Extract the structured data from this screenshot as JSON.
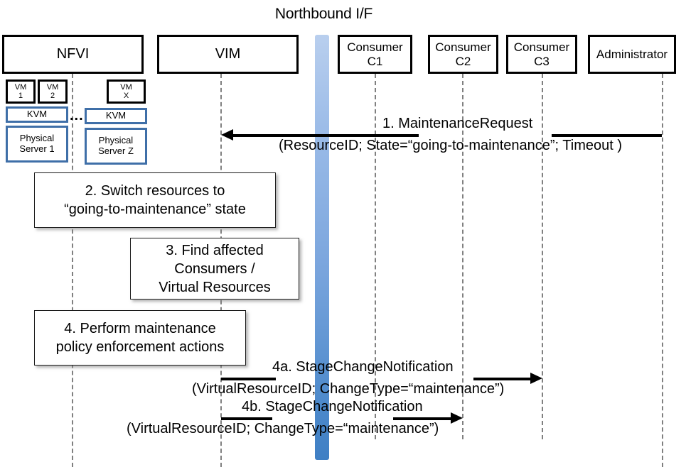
{
  "title": "Northbound I/F",
  "actors": [
    {
      "id": "nfvi",
      "label": "NFVI"
    },
    {
      "id": "vim",
      "label": "VIM"
    },
    {
      "id": "c1",
      "label": "Consumer\nC1"
    },
    {
      "id": "c2",
      "label": "Consumer\nC2"
    },
    {
      "id": "c3",
      "label": "Consumer\nC3"
    },
    {
      "id": "admin",
      "label": "Administrator"
    }
  ],
  "nfvi_internals": {
    "vms": [
      {
        "label": "VM\n1"
      },
      {
        "label": "VM\n2"
      },
      {
        "label": "VM\nX"
      }
    ],
    "hypervisors": [
      {
        "label": "KVM"
      },
      {
        "label": "KVM"
      }
    ],
    "servers": [
      {
        "label": "Physical\nServer 1"
      },
      {
        "label": "Physical\nServer Z"
      }
    ],
    "ellipsis": "..."
  },
  "steps": [
    {
      "id": "step2",
      "text": "2. Switch resources to\n“going-to-maintenance” state"
    },
    {
      "id": "step3",
      "text": "3. Find affected\nConsumers /\nVirtual Resources"
    },
    {
      "id": "step4",
      "text": "4. Perform maintenance\npolicy enforcement actions"
    }
  ],
  "messages": [
    {
      "id": "msg1",
      "label": "1.    MaintenanceRequest",
      "params": "(ResourceID; State=“going-to-maintenance”; Timeout )",
      "from": "Administrator",
      "to": "VIM",
      "direction": "left"
    },
    {
      "id": "msg4a",
      "label": "4a. StageChangeNotification",
      "params": "(VirtualResourceID; ChangeType=“maintenance”)",
      "from": "VIM",
      "to": "Consumer C3",
      "direction": "right"
    },
    {
      "id": "msg4b",
      "label": "4b. StageChangeNotification",
      "params": "(VirtualResourceID; ChangeType=“maintenance”)",
      "from": "VIM",
      "to": "Consumer C2",
      "direction": "right"
    }
  ],
  "colors": {
    "blue_bar_top": "#b9cfee",
    "blue_bar_bottom": "#3f7fc4",
    "blue_box_border": "#3F6FA8",
    "lifeline": "#808080",
    "outline": "#000000"
  }
}
